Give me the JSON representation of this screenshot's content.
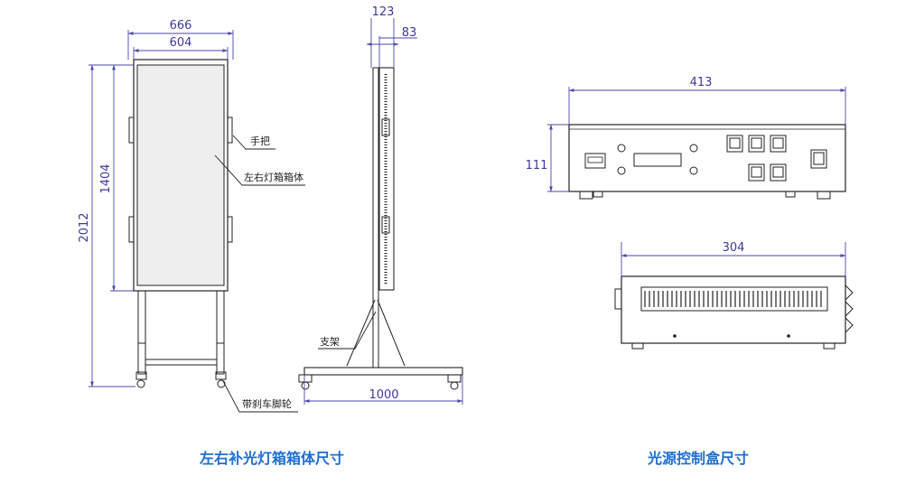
{
  "left_drawing": {
    "front_view": {
      "width_outer": "666",
      "width_inner": "604",
      "height_total": "2012",
      "height_box": "1404",
      "callouts": {
        "handle": "手把",
        "lightbox": "左右灯箱箱体",
        "caster": "带刹车脚轮"
      }
    },
    "side_view": {
      "depth_outer": "123",
      "depth_inner": "83",
      "base_width": "1000",
      "callouts": {
        "stand": "支架"
      }
    },
    "caption": "左右补光灯箱箱体尺寸"
  },
  "right_drawing": {
    "front_view": {
      "width": "413",
      "height": "111"
    },
    "top_view": {
      "depth": "304"
    },
    "caption": "光源控制盒尺寸"
  },
  "colors": {
    "dimension_line": "#4a4aa8",
    "outline": "#222222",
    "caption": "#1f6fd1"
  }
}
